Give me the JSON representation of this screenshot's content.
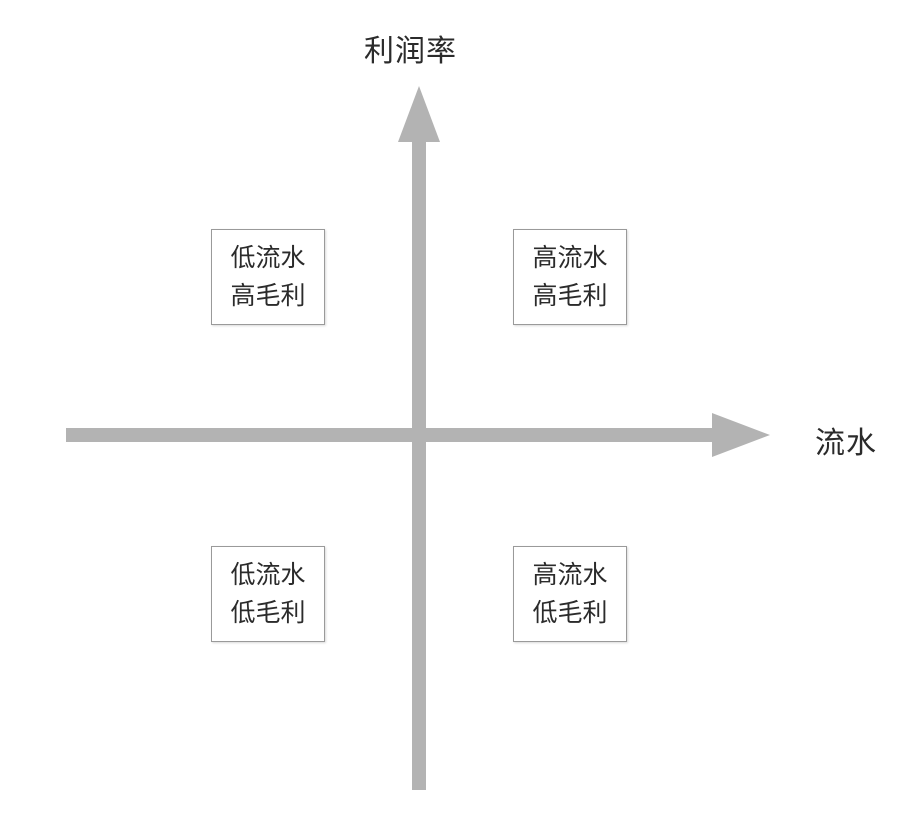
{
  "axes": {
    "y_label": "利润率",
    "x_label": "流水"
  },
  "quadrants": {
    "top_left": {
      "line1": "低流水",
      "line2": "高毛利"
    },
    "top_right": {
      "line1": "高流水",
      "line2": "高毛利"
    },
    "bottom_left": {
      "line1": "低流水",
      "line2": "低毛利"
    },
    "bottom_right": {
      "line1": "高流水",
      "line2": "低毛利"
    }
  },
  "colors": {
    "axis": "#b3b3b3",
    "text": "#2b2b2b",
    "box_border": "#9a9a9a",
    "background": "#ffffff"
  }
}
